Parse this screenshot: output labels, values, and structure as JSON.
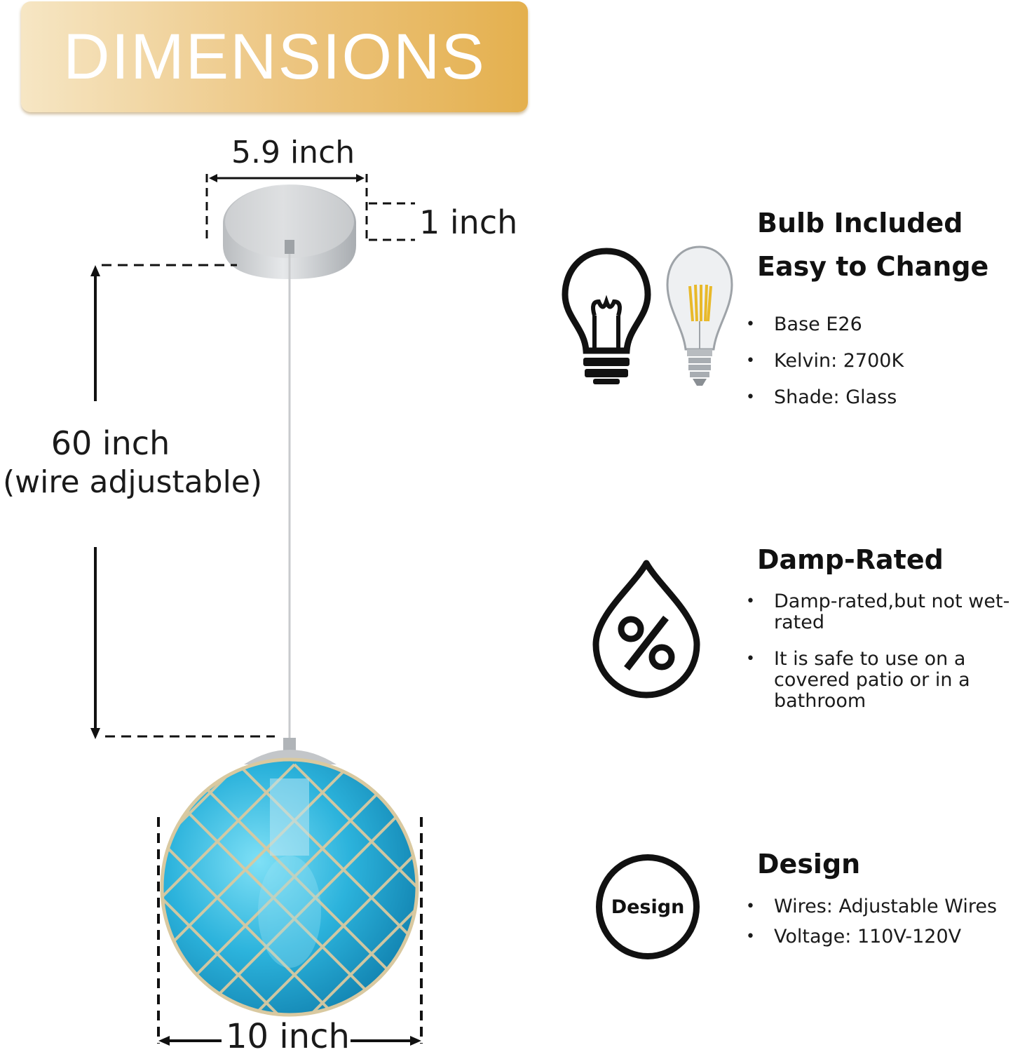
{
  "banner": {
    "title": "DIMENSIONS"
  },
  "dimensions": {
    "canopy_width": "5.9 inch",
    "canopy_height": "1 inch",
    "wire_length": "60 inch",
    "wire_note": "(wire adjustable)",
    "globe_width": "10 inch"
  },
  "features": {
    "bulb": {
      "title_line1": "Bulb Included",
      "title_line2": "Easy to Change",
      "items": [
        "Base  E26",
        "Kelvin: 2700K",
        "Shade: Glass"
      ]
    },
    "damp": {
      "title": "Damp-Rated",
      "items": [
        "Damp-rated,but not wet-rated",
        "It is safe to use on a covered patio or in a bathroom"
      ]
    },
    "design": {
      "title": "Design",
      "badge": "Design",
      "items": [
        "Wires:  Adjustable Wires",
        "Voltage: 110V-120V"
      ]
    }
  },
  "icons": [
    "lightbulb-outline-icon",
    "edison-bulb-icon",
    "water-drop-percent-icon",
    "design-badge-icon"
  ],
  "colors": {
    "banner_gold": "#e4b04e",
    "globe_blue": "#2cb3dc",
    "rope": "#d6c49a"
  }
}
